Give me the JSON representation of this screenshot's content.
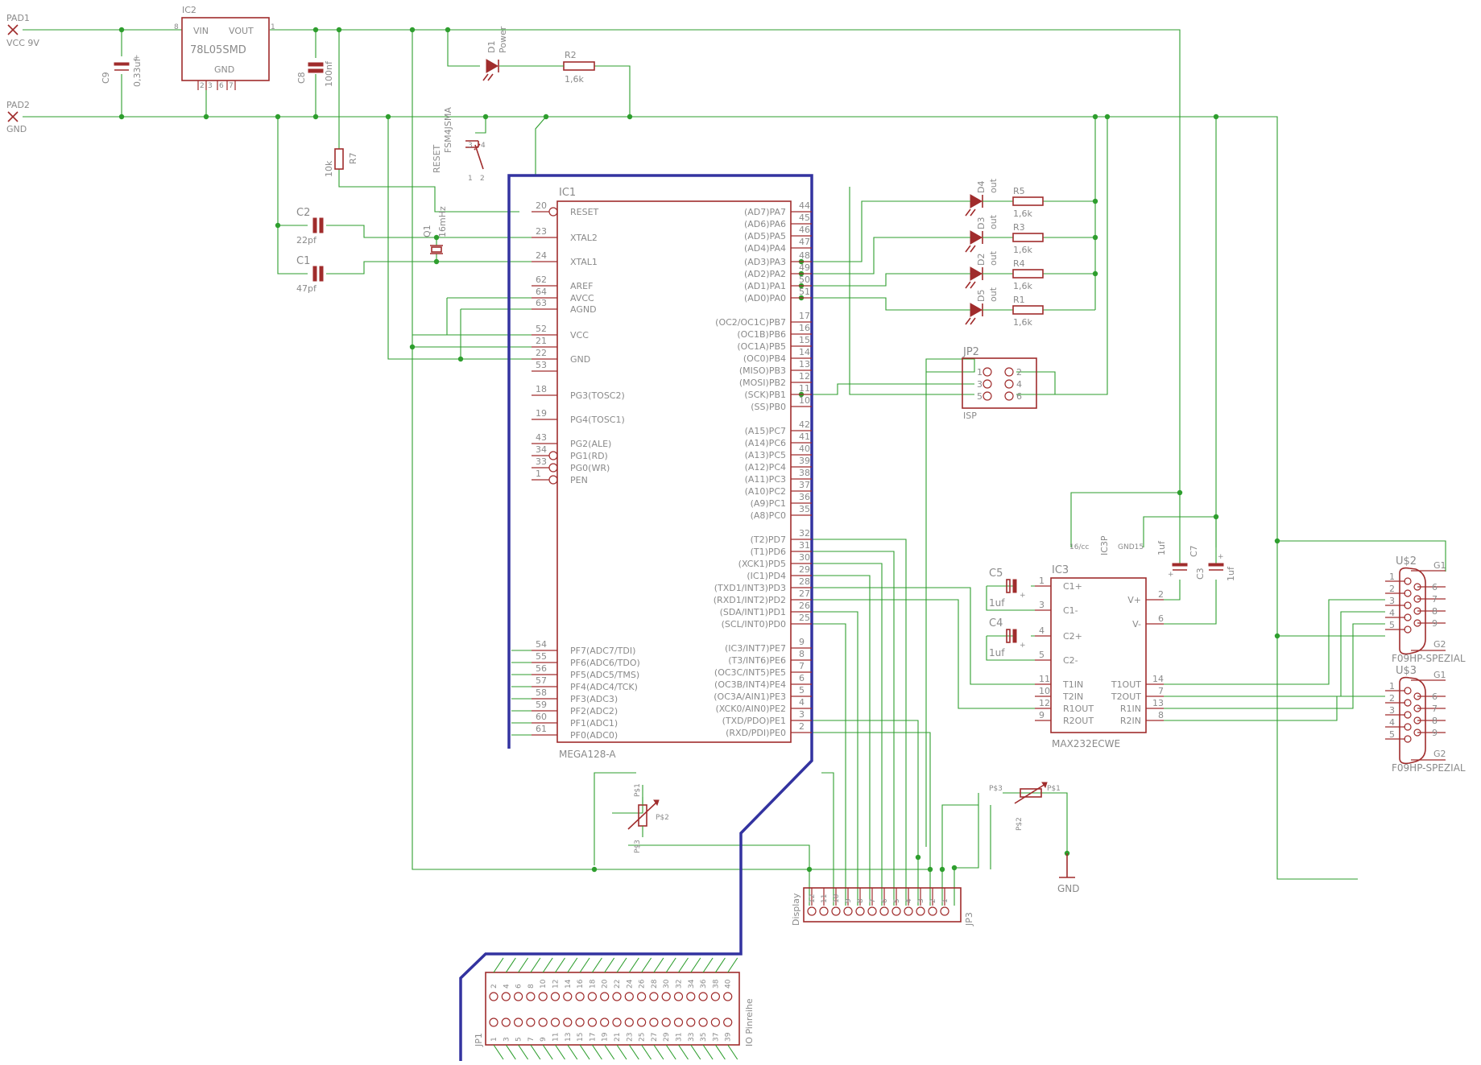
{
  "pads": [
    {
      "name": "PAD1",
      "value": "VCC 9V"
    },
    {
      "name": "PAD2",
      "value": "GND"
    }
  ],
  "regulator": {
    "name": "IC2",
    "value": "78L05SMD",
    "pins": [
      "VIN",
      "VOUT",
      "GND"
    ],
    "pin_numbers": [
      "8",
      "1",
      "2",
      "3",
      "6",
      "7"
    ]
  },
  "caps": [
    {
      "name": "C9",
      "value": "0,33uf"
    },
    {
      "name": "C8",
      "value": "100nf"
    },
    {
      "name": "C2",
      "value": "22pf"
    },
    {
      "name": "C1",
      "value": "47pf"
    },
    {
      "name": "C5",
      "value": "1uf"
    },
    {
      "name": "C4",
      "value": "1uf"
    },
    {
      "name": "C7",
      "value": "1uf"
    },
    {
      "name": "C3",
      "value": "1uf"
    }
  ],
  "power_led": {
    "name": "D1",
    "value": "Power"
  },
  "r2": {
    "name": "R2",
    "value": "1,6k"
  },
  "r7": {
    "name": "R7",
    "value": "10k"
  },
  "reset": {
    "name": "RESET",
    "value": "FSM4JSMA",
    "pins": [
      "1",
      "2",
      "3",
      "4"
    ]
  },
  "crystal": {
    "name": "Q1",
    "value": "16mHz"
  },
  "leds": [
    {
      "d": "D4",
      "dval": "out",
      "r": "R5",
      "rval": "1,6k"
    },
    {
      "d": "D3",
      "dval": "out",
      "r": "R3",
      "rval": "1,6k"
    },
    {
      "d": "D2",
      "dval": "out",
      "r": "R4",
      "rval": "1,6k"
    },
    {
      "d": "D5",
      "dval": "out",
      "r": "R1",
      "rval": "1,6k"
    }
  ],
  "mcu": {
    "name": "IC1",
    "value": "MEGA128-A",
    "left_pins": [
      {
        "num": "20",
        "name": "RESET"
      },
      {
        "num": "23",
        "name": "XTAL2"
      },
      {
        "num": "24",
        "name": "XTAL1"
      },
      {
        "num": "62",
        "name": "AREF"
      },
      {
        "num": "64",
        "name": "AVCC"
      },
      {
        "num": "63",
        "name": "AGND"
      },
      {
        "num": "52",
        "name": "VCC"
      },
      {
        "num": "21",
        "name": ""
      },
      {
        "num": "22",
        "name": "GND"
      },
      {
        "num": "53",
        "name": ""
      },
      {
        "num": "18",
        "name": "PG3(TOSC2)"
      },
      {
        "num": "19",
        "name": "PG4(TOSC1)"
      },
      {
        "num": "43",
        "name": "PG2(ALE)"
      },
      {
        "num": "34",
        "name": "PG1(RD)"
      },
      {
        "num": "33",
        "name": "PG0(WR)"
      },
      {
        "num": "1",
        "name": "PEN"
      },
      {
        "num": "54",
        "name": "PF7(ADC7/TDI)"
      },
      {
        "num": "55",
        "name": "PF6(ADC6/TDO)"
      },
      {
        "num": "56",
        "name": "PF5(ADC5/TMS)"
      },
      {
        "num": "57",
        "name": "PF4(ADC4/TCK)"
      },
      {
        "num": "58",
        "name": "PF3(ADC3)"
      },
      {
        "num": "59",
        "name": "PF2(ADC2)"
      },
      {
        "num": "60",
        "name": "PF1(ADC1)"
      },
      {
        "num": "61",
        "name": "PF0(ADC0)"
      }
    ],
    "right_pins": [
      {
        "num": "44",
        "name": "(AD7)PA7"
      },
      {
        "num": "45",
        "name": "(AD6)PA6"
      },
      {
        "num": "46",
        "name": "(AD5)PA5"
      },
      {
        "num": "47",
        "name": "(AD4)PA4"
      },
      {
        "num": "48",
        "name": "(AD3)PA3"
      },
      {
        "num": "49",
        "name": "(AD2)PA2"
      },
      {
        "num": "50",
        "name": "(AD1)PA1"
      },
      {
        "num": "51",
        "name": "(AD0)PA0"
      },
      {
        "num": "17",
        "name": "(OC2/OC1C)PB7"
      },
      {
        "num": "16",
        "name": "(OC1B)PB6"
      },
      {
        "num": "15",
        "name": "(OC1A)PB5"
      },
      {
        "num": "14",
        "name": "(OC0)PB4"
      },
      {
        "num": "13",
        "name": "(MISO)PB3"
      },
      {
        "num": "12",
        "name": "(MOSI)PB2"
      },
      {
        "num": "11",
        "name": "(SCK)PB1"
      },
      {
        "num": "10",
        "name": "(SS)PB0"
      },
      {
        "num": "42",
        "name": "(A15)PC7"
      },
      {
        "num": "41",
        "name": "(A14)PC6"
      },
      {
        "num": "40",
        "name": "(A13)PC5"
      },
      {
        "num": "39",
        "name": "(A12)PC4"
      },
      {
        "num": "38",
        "name": "(A11)PC3"
      },
      {
        "num": "37",
        "name": "(A10)PC2"
      },
      {
        "num": "36",
        "name": "(A9)PC1"
      },
      {
        "num": "35",
        "name": "(A8)PC0"
      },
      {
        "num": "32",
        "name": "(T2)PD7"
      },
      {
        "num": "31",
        "name": "(T1)PD6"
      },
      {
        "num": "30",
        "name": "(XCK1)PD5"
      },
      {
        "num": "29",
        "name": "(IC1)PD4"
      },
      {
        "num": "28",
        "name": "(TXD1/INT3)PD3"
      },
      {
        "num": "27",
        "name": "(RXD1/INT2)PD2"
      },
      {
        "num": "26",
        "name": "(SDA/INT1)PD1"
      },
      {
        "num": "25",
        "name": "(SCL/INT0)PD0"
      },
      {
        "num": "9",
        "name": "(IC3/INT7)PE7"
      },
      {
        "num": "8",
        "name": "(T3/INT6)PE6"
      },
      {
        "num": "7",
        "name": "(OC3C/INT5)PE5"
      },
      {
        "num": "6",
        "name": "(OC3B/INT4)PE4"
      },
      {
        "num": "5",
        "name": "(OC3A/AIN1)PE3"
      },
      {
        "num": "4",
        "name": "(XCK0/AIN0)PE2"
      },
      {
        "num": "3",
        "name": "(TXD/PDO)PE1"
      },
      {
        "num": "2",
        "name": "(RXD/PDI)PE0"
      }
    ]
  },
  "isp": {
    "name": "JP2",
    "value": "ISP",
    "pins": [
      "1",
      "2",
      "3",
      "4",
      "5",
      "6"
    ]
  },
  "max232": {
    "name": "IC3",
    "value": "MAX232ECWE",
    "left_pins": [
      {
        "num": "1",
        "name": "C1+"
      },
      {
        "num": "3",
        "name": "C1-"
      },
      {
        "num": "4",
        "name": "C2+"
      },
      {
        "num": "5",
        "name": "C2-"
      },
      {
        "num": "11",
        "name": "T1IN"
      },
      {
        "num": "10",
        "name": "T2IN"
      },
      {
        "num": "12",
        "name": "R1OUT"
      },
      {
        "num": "9",
        "name": "R2OUT"
      }
    ],
    "right_pins": [
      {
        "num": "2",
        "name": "V+"
      },
      {
        "num": "6",
        "name": "V-"
      },
      {
        "num": "14",
        "name": "T1OUT"
      },
      {
        "num": "7",
        "name": "T2OUT"
      },
      {
        "num": "13",
        "name": "R1IN"
      },
      {
        "num": "8",
        "name": "R2IN"
      }
    ],
    "power_part": "IC3P",
    "power_pins": [
      "16/cc",
      "GND15"
    ]
  },
  "dsub": [
    {
      "name": "U$2",
      "value": "F09HP-SPEZIAL"
    },
    {
      "name": "U$3",
      "value": "F09HP-SPEZIAL"
    }
  ],
  "dsub_pins": [
    "1",
    "2",
    "3",
    "4",
    "5",
    "6",
    "7",
    "8",
    "9",
    "G1",
    "G2"
  ],
  "pots": [
    {
      "wiper": "P$2",
      "end1": "P$1",
      "end3": "P$3"
    },
    {
      "wiper": "P$2",
      "end1": "P$1",
      "end3": "P$3"
    }
  ],
  "gnd_symbol": "GND",
  "display": {
    "name": "JP3",
    "value": "Display",
    "pins": [
      "12",
      "11",
      "10",
      "9",
      "8",
      "7",
      "6",
      "5",
      "4",
      "3",
      "2",
      "1"
    ]
  },
  "io_header": {
    "name": "JP1",
    "value": "IO Pinreihe",
    "top_pins": [
      "2",
      "4",
      "6",
      "8",
      "10",
      "12",
      "14",
      "16",
      "18",
      "20",
      "22",
      "24",
      "26",
      "28",
      "30",
      "32",
      "34",
      "36",
      "38",
      "40"
    ],
    "bottom_pins": [
      "1",
      "3",
      "5",
      "7",
      "9",
      "11",
      "13",
      "15",
      "17",
      "19",
      "21",
      "23",
      "25",
      "27",
      "29",
      "31",
      "33",
      "35",
      "37",
      "39"
    ]
  },
  "colors": {
    "wire": "#2e9e2e",
    "part": "#a02c2c",
    "bus": "#3333a0",
    "label": "#8a8a8a"
  }
}
